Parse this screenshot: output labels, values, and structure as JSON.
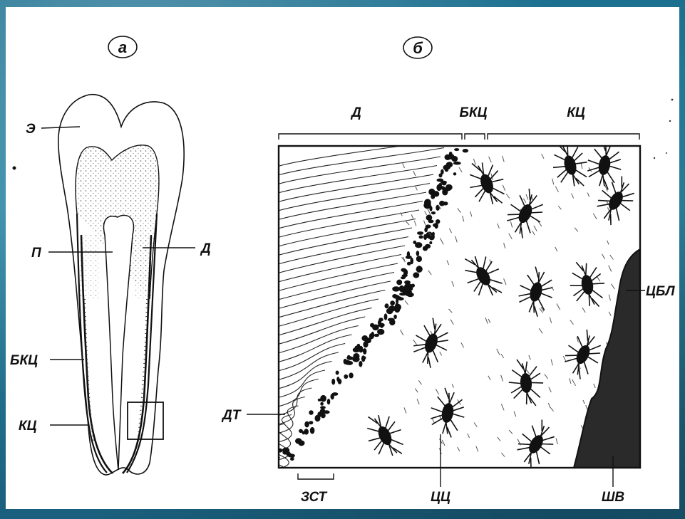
{
  "panel_a": {
    "letter": "а",
    "labels": {
      "enamel": "Э",
      "pulp": "П",
      "dentin": "Д",
      "acellular_cementum": "БКЦ",
      "cellular_cementum": "КЦ"
    }
  },
  "panel_b": {
    "letter": "б",
    "labels": {
      "dentin": "Д",
      "acellular_cementum": "БКЦ",
      "cellular_cementum": "КЦ",
      "cementoblasts": "ЦБЛ",
      "dentinal_tubules": "ДТ",
      "granular_layer": "ЗСТ",
      "cementocytes": "ЦЦ",
      "sharpey_fibers": "ШВ"
    }
  },
  "colors": {
    "background_gradient": [
      "#1b6f8f",
      "#2a86a3",
      "#1a5f7d"
    ],
    "ink": "#111111",
    "paper": "#ffffff"
  }
}
